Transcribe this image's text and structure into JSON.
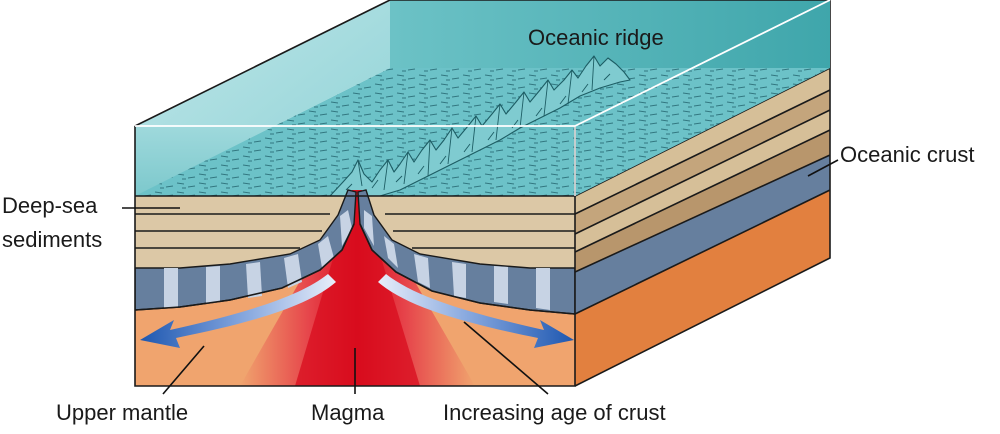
{
  "labels": {
    "oceanic_ridge": "Oceanic ridge",
    "oceanic_crust": "Oceanic crust",
    "sediments_line1": "Deep-sea",
    "sediments_line2": "sediments",
    "upper_mantle": "Upper mantle",
    "magma": "Magma",
    "crust_age": "Increasing age of crust"
  },
  "colors": {
    "water_front": "#a8dde0",
    "water_top": "#4fb0b4",
    "seafloor": "#6cc2c8",
    "sediment_light": "#dcc8a6",
    "sediment_dark": "#b8966c",
    "crust_blue": "#667f9e",
    "crust_stripe_light": "#c7d3e4",
    "mantle_front": "#f0a46e",
    "mantle_side": "#e2803f",
    "magma_red": "#dd0f1f",
    "arrow_blue": "#1e57b0"
  },
  "icons": [
    "spreading-arrow-left",
    "spreading-arrow-right"
  ]
}
